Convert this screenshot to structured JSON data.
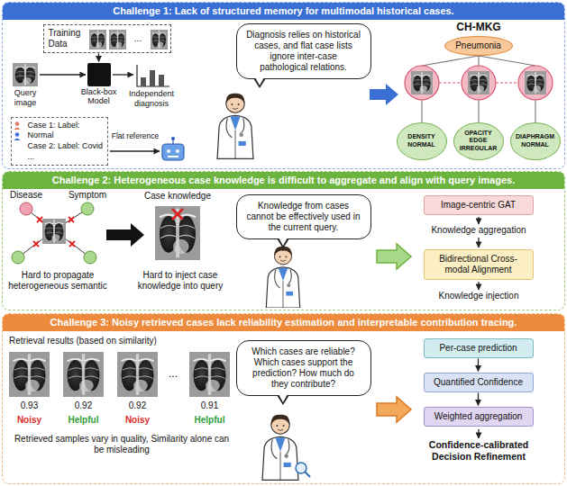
{
  "diagram": {
    "nodes": [
      {
        "text": [
          "Challenge 1: Lack of structured memory for multimodal historical cases."
        ]
      },
      {
        "text": [
          "Training Data"
        ],
        "in": 0
      },
      {
        "text": [
          "Black-box Model"
        ],
        "in": 0
      },
      {
        "text": [
          "Case 1: Label: Normal",
          "Case 2: Label: Covid",
          "..."
        ],
        "in": 0
      },
      {
        "text": [
          "Diagnosis relies on historical cases, and flat case lists ignore inter-case pathological relations."
        ],
        "in": 0
      },
      {
        "text": [
          "Pneumonia"
        ],
        "in": 0
      },
      {
        "text": [
          "DENSITY NORMAL"
        ],
        "in": 0
      },
      {
        "text": [
          "OPACITY EDGE IRREGULAR"
        ],
        "in": 0
      },
      {
        "text": [
          "DIAPHRAGM NORMAL"
        ],
        "in": 0
      },
      {
        "text": [
          "Challenge 2: Heterogeneous case knowledge is difficult to aggregate and align with query images."
        ]
      },
      {
        "text": [
          "Knowledge from cases cannot be effectively used in the current query."
        ],
        "in": 9
      },
      {
        "text": [
          "Image-centric GAT"
        ],
        "in": 9
      },
      {
        "text": [
          "Bidirectional Cross-modal Alignment"
        ],
        "in": 9
      },
      {
        "text": [
          "Challenge 3: Noisy retrieved cases lack reliability estimation and interpretable contribution tracing."
        ]
      },
      {
        "text": [
          "Which cases are reliable? Which cases support the prediction? How much do they contribute?"
        ],
        "in": 13
      },
      {
        "text": [
          "Per-case prediction"
        ],
        "in": 13
      },
      {
        "text": [
          "Quantified Confidence"
        ],
        "in": 13
      },
      {
        "text": [
          "Weighted aggregation"
        ],
        "in": 13
      }
    ],
    "edges": [
      {
        "from": 1,
        "to": 2,
        "arrow": "to"
      },
      {
        "from": 15,
        "to": 16,
        "arrow": "to"
      },
      {
        "from": 16,
        "to": 17,
        "arrow": "to"
      }
    ],
    "labels": [
      "...",
      "Query image",
      "Independent diagnosis",
      "Flat reference",
      "CH-MKG",
      "Disease",
      "Symptom",
      "Case knowledge",
      "Hard to propagate heterogeneous semantic",
      "Hard to inject case knowledge into query",
      "Knowledge aggregation",
      "Knowledge injection",
      "Retrieval results (based on similarity)",
      "0.93",
      "0.92",
      "0.92",
      "...",
      "0.91",
      "Noisy",
      "Helpful",
      "Noisy",
      "Helpful",
      "Retrieved samples vary in quality, Similarity alone can be misleading",
      "Confidence-calibrated Decision Refinement"
    ]
  }
}
